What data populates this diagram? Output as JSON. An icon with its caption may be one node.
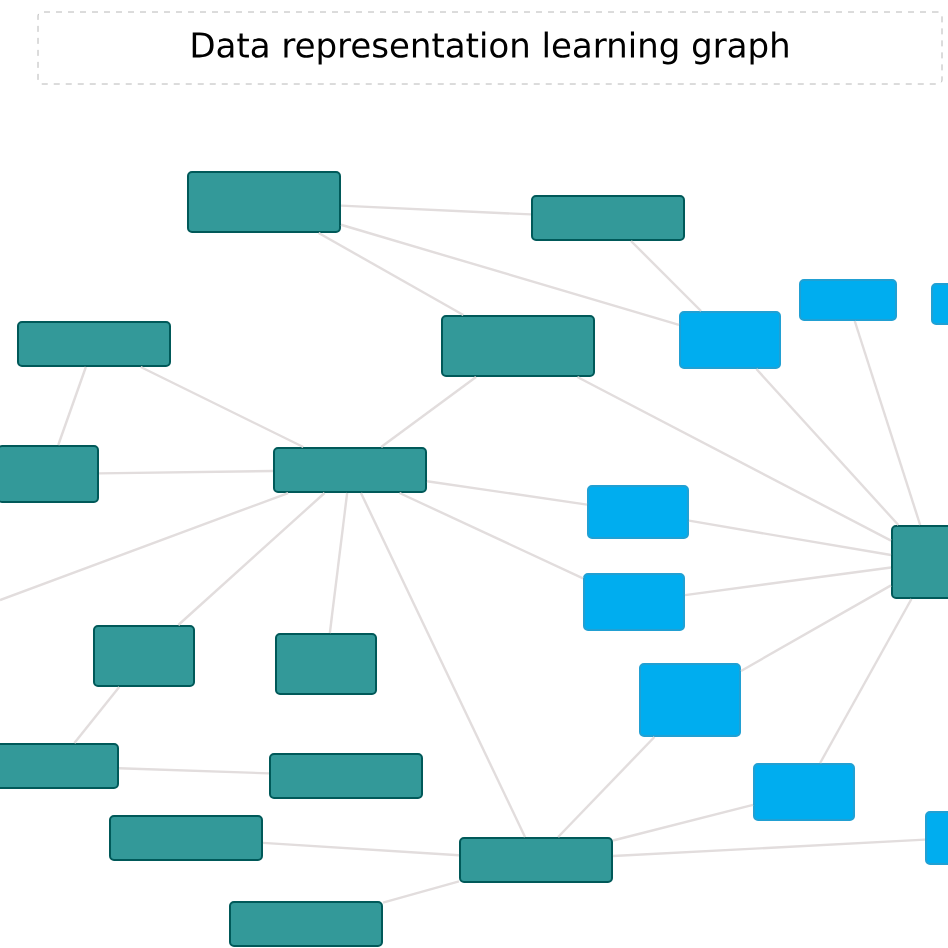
{
  "diagram": {
    "title": "Data representation learning graph",
    "nodes": [
      {
        "text": [],
        "shape": "box"
      },
      {
        "text": [],
        "shape": "box"
      },
      {
        "text": [],
        "shape": "box"
      },
      {
        "text": [],
        "shape": "box"
      },
      {
        "text": [],
        "shape": "box"
      },
      {
        "text": [],
        "shape": "box"
      },
      {
        "text": [],
        "shape": "box"
      },
      {
        "text": [],
        "shape": "box"
      },
      {
        "text": [],
        "shape": "box"
      },
      {
        "text": [],
        "shape": "box"
      },
      {
        "text": [],
        "shape": "box"
      },
      {
        "text": [],
        "shape": "box"
      },
      {
        "text": [],
        "shape": "box"
      },
      {
        "text": [],
        "shape": "box"
      },
      {
        "text": [],
        "shape": "box"
      },
      {
        "text": [],
        "shape": "box"
      },
      {
        "text": [],
        "shape": "box"
      },
      {
        "text": [],
        "shape": "box"
      },
      {
        "text": [],
        "shape": "box"
      },
      {
        "text": [],
        "shape": "box"
      },
      {
        "text": [],
        "shape": "box"
      },
      {
        "text": [],
        "shape": "box"
      }
    ],
    "edges": [
      {
        "from": 0,
        "to": 1,
        "arrow": "none"
      },
      {
        "from": 0,
        "to": 6,
        "arrow": "none"
      },
      {
        "from": 0,
        "to": 2,
        "arrow": "none"
      },
      {
        "from": 1,
        "to": 2,
        "arrow": "none"
      },
      {
        "from": 5,
        "to": 8,
        "arrow": "none"
      },
      {
        "from": 5,
        "to": 7,
        "arrow": "none"
      },
      {
        "from": 7,
        "to": 8,
        "arrow": "none"
      },
      {
        "from": 6,
        "to": 8,
        "arrow": "none"
      },
      {
        "from": 6,
        "to": 10,
        "arrow": "none"
      },
      {
        "from": 2,
        "to": 10,
        "arrow": "none"
      },
      {
        "from": 3,
        "to": 10,
        "arrow": "none"
      },
      {
        "from": 8,
        "to": 9,
        "arrow": "none"
      },
      {
        "from": 8,
        "to": 11,
        "arrow": "none"
      },
      {
        "from": 9,
        "to": 10,
        "arrow": "none"
      },
      {
        "from": 11,
        "to": 10,
        "arrow": "none"
      },
      {
        "from": 14,
        "to": 10,
        "arrow": "none"
      },
      {
        "from": 17,
        "to": 10,
        "arrow": "none"
      },
      {
        "from": 8,
        "to": 12,
        "arrow": "none"
      },
      {
        "from": 8,
        "to": 13,
        "arrow": "none"
      },
      {
        "from": 8,
        "to": 19,
        "arrow": "none"
      },
      {
        "from": 8,
        "to": null,
        "arrow": "none"
      },
      {
        "from": 12,
        "to": 15,
        "arrow": "none"
      },
      {
        "from": 15,
        "to": 16,
        "arrow": "none"
      },
      {
        "from": 18,
        "to": 19,
        "arrow": "none"
      },
      {
        "from": 21,
        "to": 19,
        "arrow": "none"
      },
      {
        "from": 14,
        "to": 19,
        "arrow": "none"
      },
      {
        "from": 17,
        "to": 19,
        "arrow": "none"
      },
      {
        "from": 19,
        "to": 20,
        "arrow": "none"
      }
    ]
  }
}
